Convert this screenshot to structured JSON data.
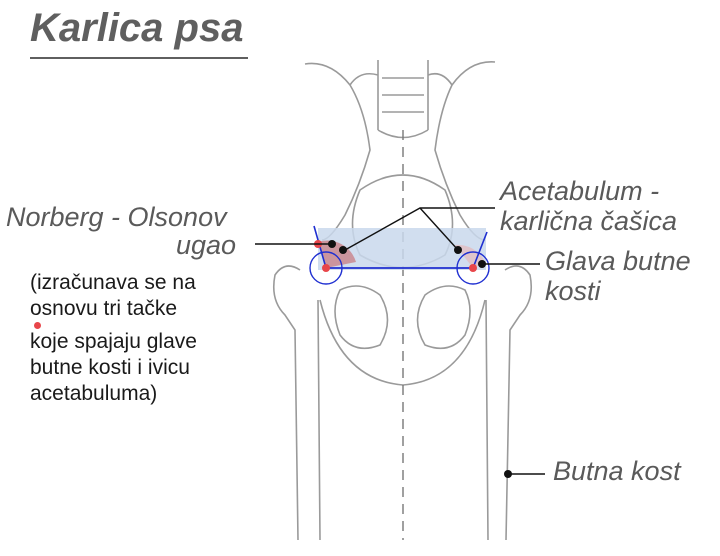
{
  "title": "Karlica psa",
  "labels": {
    "norberg_line1": "Norberg - Olsonov",
    "norberg_line2": "ugao",
    "note_lines": [
      "(izračunava se na",
      "osnovu tri tačke",
      "koje spajaju glave",
      "butne kosti i ivicu",
      "acetabuluma)"
    ],
    "acetabulum_line1": "Acetabulum -",
    "acetabulum_line2": "karlična čašica",
    "glava_line1": "Glava butne",
    "glava_line2": "kosti",
    "butna": "Butna kost"
  },
  "colors": {
    "text": "#5a5a5a",
    "outline": "#9a9a9a",
    "angle_fill": "#c9828a",
    "band_fill": "#c9d8ec",
    "blue_line": "#1f2fd1",
    "red_point": "#e8464a",
    "leader": "#111111"
  }
}
